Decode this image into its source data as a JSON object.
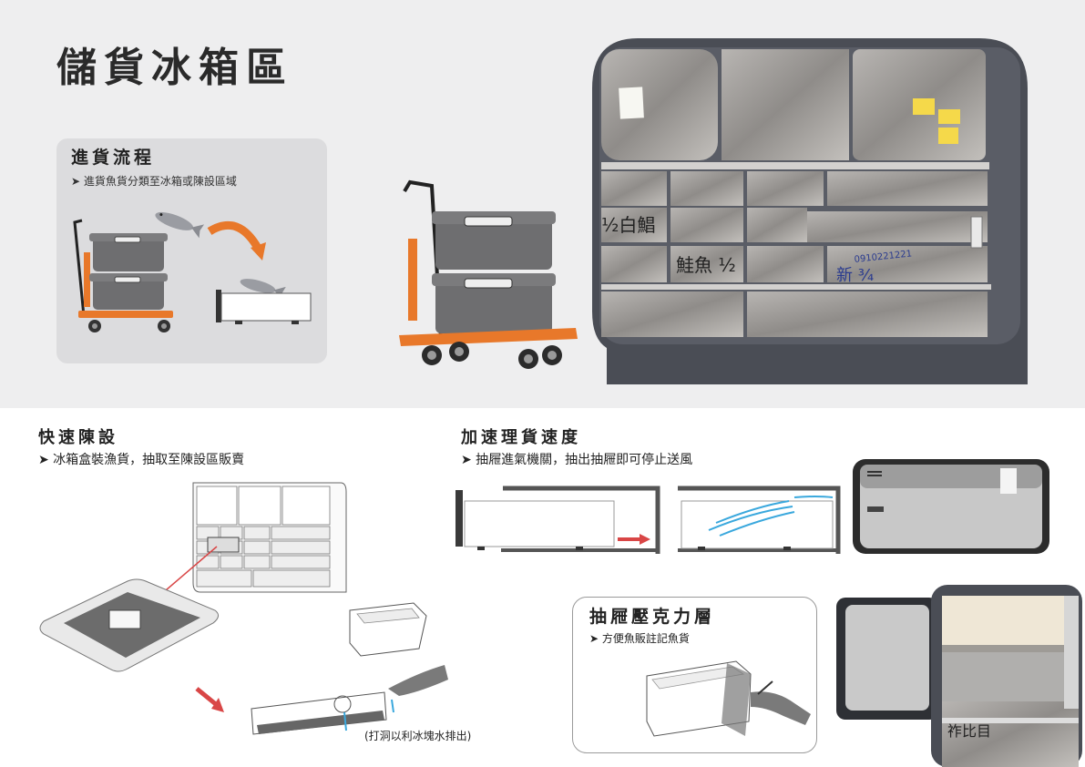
{
  "title": "儲貨冰箱區",
  "intake": {
    "heading": "進貨流程",
    "desc": "➤ 進貨魚貨分類至冰箱或陳設區域"
  },
  "cabinet_notes": {
    "note1": "½白鯧",
    "note2": "鮭魚 ½",
    "note3_phone": "0910221221",
    "note3_name": "新 ¾"
  },
  "quick_display": {
    "heading": "快速陳設",
    "desc": "➤ 冰箱盒裝漁貨，抽取至陳設區販賣",
    "caption": "(打洞以利冰塊水排出)"
  },
  "speed_up": {
    "heading": "加速理貨速度",
    "desc": "➤ 抽屜進氣機關，抽出抽屜即可停止送風"
  },
  "acrylic": {
    "heading": "抽屜壓克力層",
    "desc": "➤ 方便魚販註記魚貨",
    "handwriting": "祚比目"
  },
  "colors": {
    "accent_orange": "#e8782a",
    "arrow_red": "#d94646",
    "cabinet_dark": "#4a4d55",
    "steel": "#a9a6a3",
    "crate_gray": "#6e6e70"
  }
}
